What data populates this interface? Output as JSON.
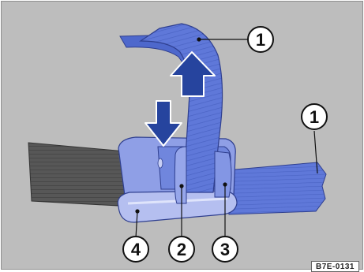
{
  "figure": {
    "callouts": [
      {
        "label": "1"
      },
      {
        "label": "1"
      },
      {
        "label": "2"
      },
      {
        "label": "3"
      },
      {
        "label": "4"
      }
    ],
    "reference_code": "B7E-0131"
  },
  "colors": {
    "background": "#bdbdbd",
    "strap_blue": "#5f78d9",
    "strap_blue_dark": "#3d56b8",
    "arrow_blue": "#26449e",
    "grey_strap": "#555555",
    "buckle_light": "#b5bff0"
  }
}
